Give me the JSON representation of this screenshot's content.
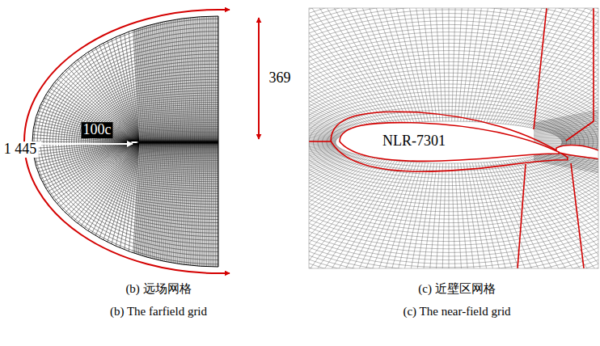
{
  "diagram": {
    "nodes": [
      {
        "text": [
          "NLR-7301"
        ]
      }
    ],
    "labels": [
      "1 445",
      "100c",
      "369",
      "(b) 远场网格",
      "(b) The farfield grid",
      "(c) 近壁区网格",
      "(c) The near-field grid"
    ]
  }
}
